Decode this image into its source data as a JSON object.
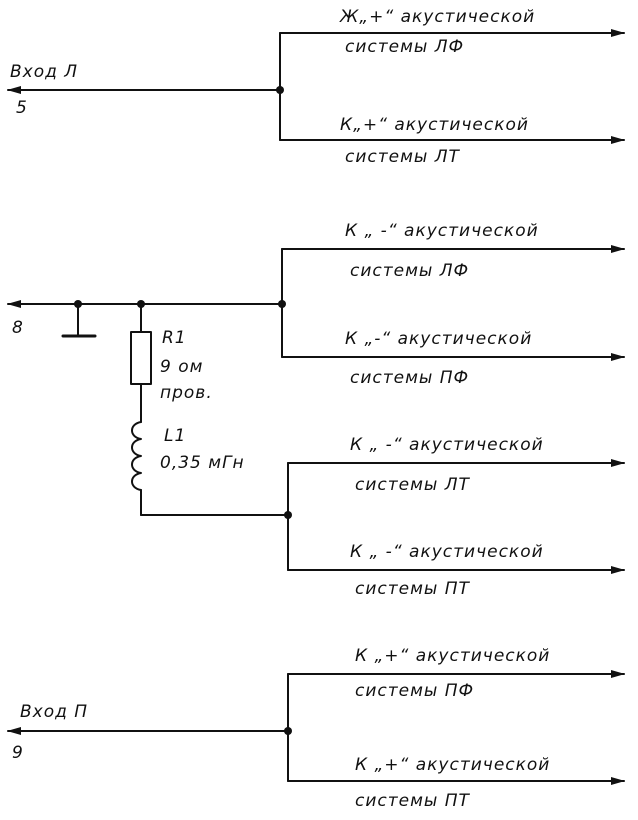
{
  "group1": {
    "input_label": "Вход Л",
    "input_pin": "5",
    "out1_line1": "Ж„+“ акустической",
    "out1_line2": "системы ЛФ",
    "out2_line1": "К„+“ акустической",
    "out2_line2": "системы ЛТ"
  },
  "group2": {
    "input_pin": "8",
    "r1_name": "R1",
    "r1_value": "9 ом",
    "r1_type": "пров.",
    "l1_name": "L1",
    "l1_value": "0,35 мГн",
    "out1_line1": "К „ -“ акустической",
    "out1_line2": "системы ЛФ",
    "out2_line1": "К „-“ акустической",
    "out2_line2": "системы ПФ",
    "out3_line1": "К „ -“ акустической",
    "out3_line2": "системы ЛТ",
    "out4_line1": "К „ -“ акустической",
    "out4_line2": "системы ПТ"
  },
  "group3": {
    "input_label": "Вход П",
    "input_pin": "9",
    "out1_line1": "К „+“ акустической",
    "out1_line2": "системы ПФ",
    "out2_line1": "К „+“ акустической",
    "out2_line2": "системы ПТ"
  }
}
